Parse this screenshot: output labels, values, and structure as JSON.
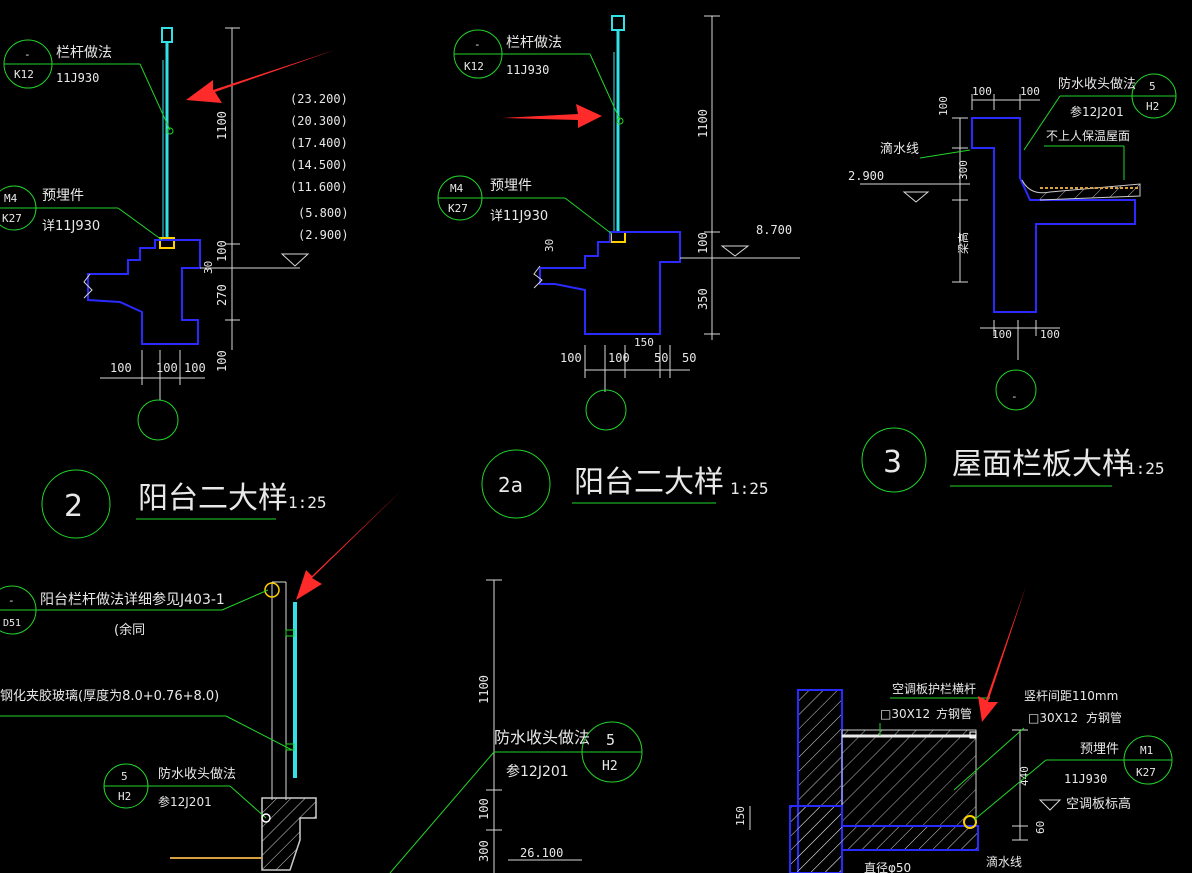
{
  "colors": {
    "background": "#000000",
    "leader": "#22d32a",
    "text": "#e8e8e8",
    "concrete": "#2a2aff",
    "railing": "#33e0e6",
    "arrow": "#ff2a2a"
  },
  "detail2": {
    "ref_railing": {
      "top": "-",
      "bottom": "K12",
      "label": "栏杆做法",
      "sub": "11J930"
    },
    "ref_embed": {
      "top": "M4",
      "bottom": "K27",
      "label": "预埋件",
      "sub": "详11J930"
    },
    "elevations": [
      "(23.200)",
      "(20.300)",
      "(17.400)",
      "(14.500)",
      "(11.600)",
      "(5.800)",
      "(2.900)"
    ],
    "dim_v": [
      "1100",
      "100",
      "30",
      "270",
      "100"
    ],
    "dim_h": [
      "100",
      "100",
      "100"
    ],
    "number": "2",
    "title": "阳台二大样",
    "scale": "1:25"
  },
  "detail2a": {
    "ref_railing": {
      "top": "-",
      "bottom": "K12",
      "label": "栏杆做法",
      "sub": "11J930"
    },
    "ref_embed": {
      "top": "M4",
      "bottom": "K27",
      "label": "预埋件",
      "sub": "详11J930"
    },
    "elevation": "8.700",
    "dim_v": [
      "1100",
      "100",
      "350",
      "30"
    ],
    "dim_h": [
      "100",
      "100",
      "50",
      "50"
    ],
    "dim_misc": "150",
    "number": "2a",
    "title": "阳台二大样",
    "scale": "1:25"
  },
  "detail3": {
    "ref_waterproof": {
      "top": "5",
      "bottom": "H2",
      "label": "防水收头做法",
      "sub": "参12J201"
    },
    "note_roof": "不上人保温屋面",
    "note_drip": "滴水线",
    "elevation": "2.900",
    "dim_v": [
      "100",
      "300",
      "梁高"
    ],
    "dim_h_top": [
      "100",
      "100"
    ],
    "dim_h_bot": [
      "100",
      "100"
    ],
    "axis": "-",
    "number": "3",
    "title": "屋面栏板大样",
    "scale": "1:25"
  },
  "bottom_left": {
    "ref_railing": {
      "top": "-",
      "bottom": "D51",
      "label": "阳台栏杆做法详细参见J403-1",
      "sub": "(余同"
    },
    "note_glass": "钢化夹胶玻璃(厚度为8.0+0.76+8.0)",
    "ref_waterproof": {
      "top": "5",
      "bottom": "H2",
      "label": "防水收头做法",
      "sub": "参12J201"
    }
  },
  "bottom_mid": {
    "dim_v": [
      "1100",
      "100",
      "300"
    ],
    "ref_waterproof": {
      "top": "5",
      "bottom": "H2",
      "label": "防水收头做法",
      "sub": "参12J201"
    },
    "elevation": "26.100"
  },
  "bottom_right": {
    "label_rail": "空调板护栏横杆",
    "spec_rail": "□30X12",
    "spec_rail_type": "方钢管",
    "label_post": "竖杆间距110mm",
    "spec_post": "□30X12",
    "spec_post_type": "方钢管",
    "ref_embed": {
      "top": "M1",
      "bottom": "K27",
      "label": "预埋件",
      "sub": "11J930"
    },
    "note_ac": "空调板标高",
    "note_drip": "滴水线",
    "note_dia": "直径φ50",
    "dim_v": [
      "440",
      "150",
      "60"
    ]
  }
}
